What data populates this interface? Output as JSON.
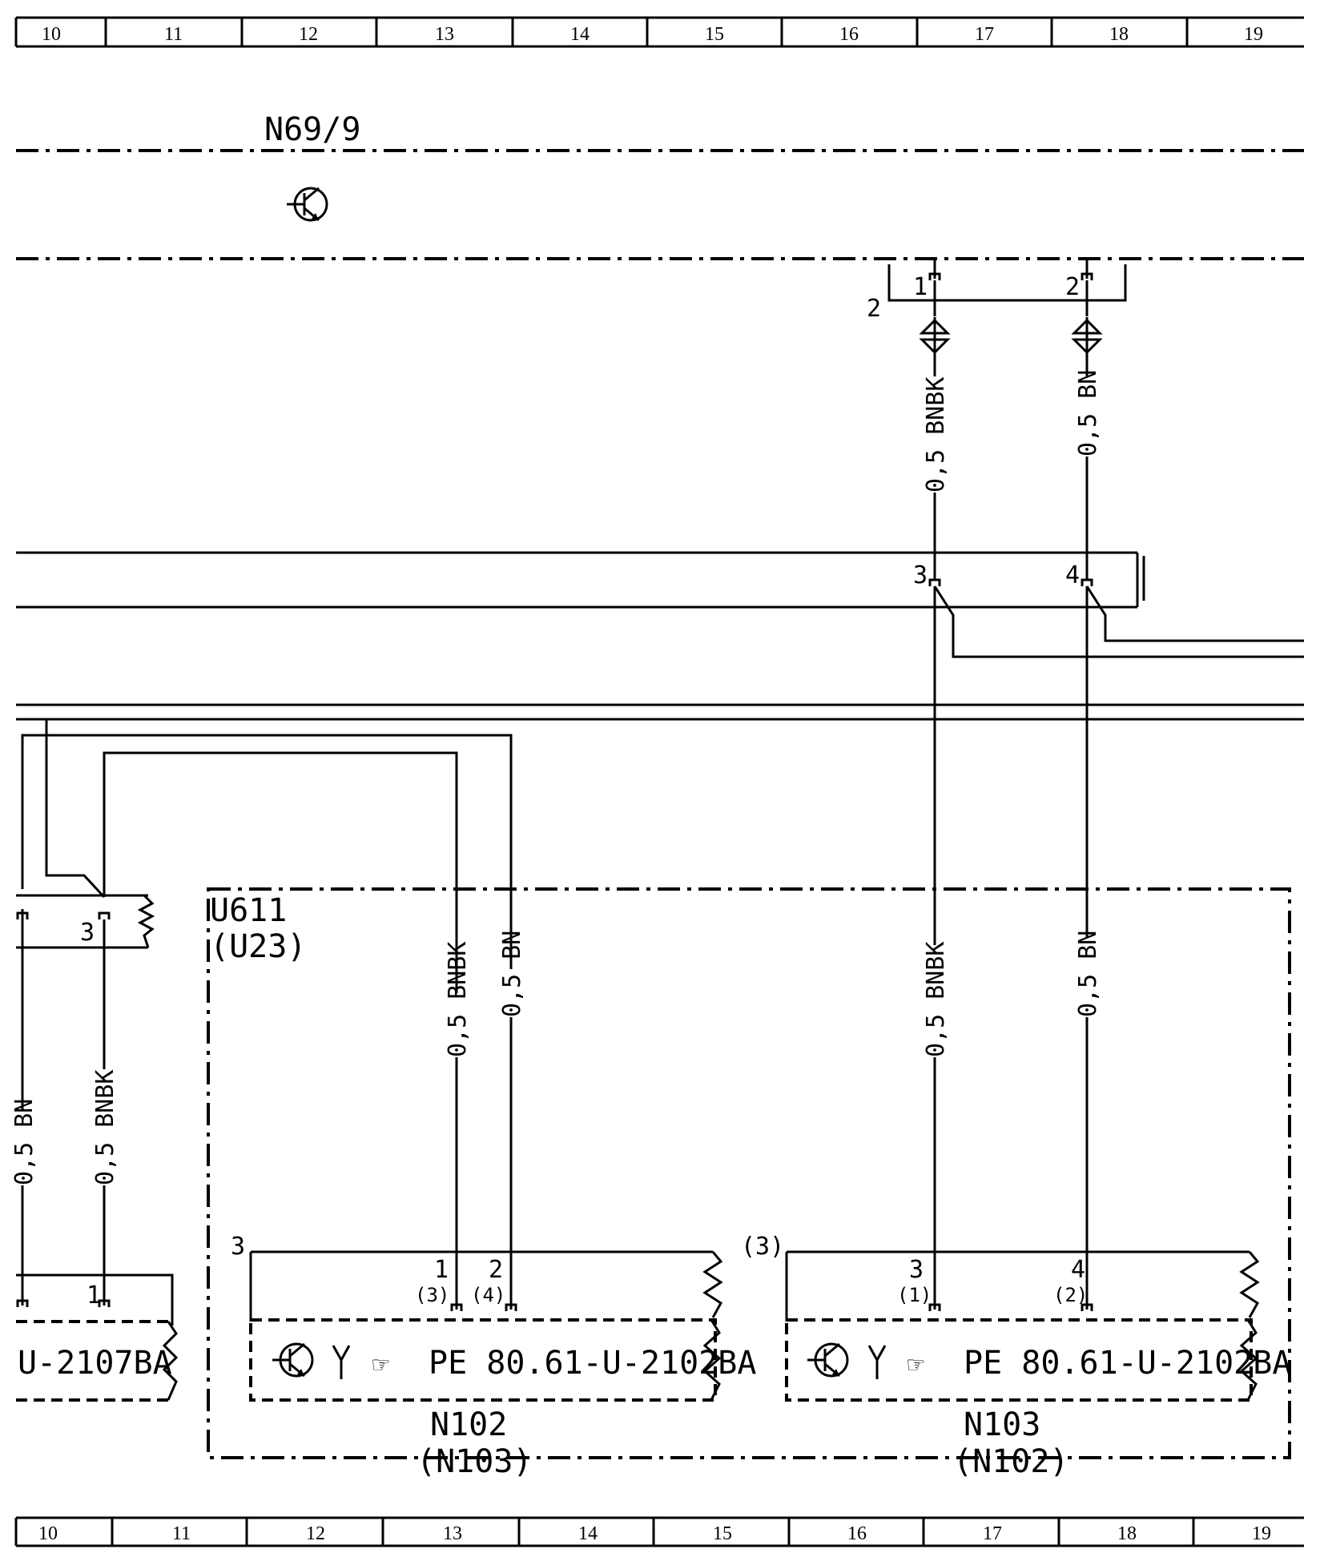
{
  "grid": {
    "columns": [
      "10",
      "11",
      "12",
      "13",
      "14",
      "15",
      "16",
      "17",
      "18",
      "19"
    ]
  },
  "components": {
    "n69_9": {
      "label": "N69/9"
    },
    "u611": {
      "label": "U611",
      "alt": "(U23)"
    },
    "n102": {
      "label": "N102",
      "alt": "(N103)",
      "ref": "PE 80.61-U-2102BA",
      "pin_group": "3"
    },
    "n103": {
      "label": "N103",
      "alt": "(N102)",
      "ref": "PE 80.61-U-2102BA",
      "pin_group": "(3)"
    },
    "left_module": {
      "ref": "U-2107BA"
    }
  },
  "connectors": {
    "top_connector": {
      "label": "2",
      "pins": [
        "1",
        "2"
      ]
    },
    "mid_connector": {
      "pins": [
        "3",
        "4"
      ]
    },
    "left_connector": {
      "pin": "3",
      "bottom_pin": "1"
    },
    "n102_pins": [
      {
        "pin": "1",
        "alt": "(3)"
      },
      {
        "pin": "2",
        "alt": "(4)"
      }
    ],
    "n103_pins": [
      {
        "pin": "3",
        "alt": "(1)"
      },
      {
        "pin": "4",
        "alt": "(2)"
      }
    ]
  },
  "wires": {
    "top_left": "0,5 BNBK",
    "top_right": "0,5 BN",
    "u611_left": "0,5 BNBK",
    "u611_right": "0,5 BN",
    "right_left": "0,5 BNBK",
    "right_right": "0,5 BN",
    "left_bn": "0,5 BN",
    "left_bnbk": "0,5 BNBK"
  },
  "icons": [
    "transistor-icon",
    "antenna-icon",
    "pointing-hand-icon",
    "fuse-icon",
    "resistor-icon"
  ]
}
